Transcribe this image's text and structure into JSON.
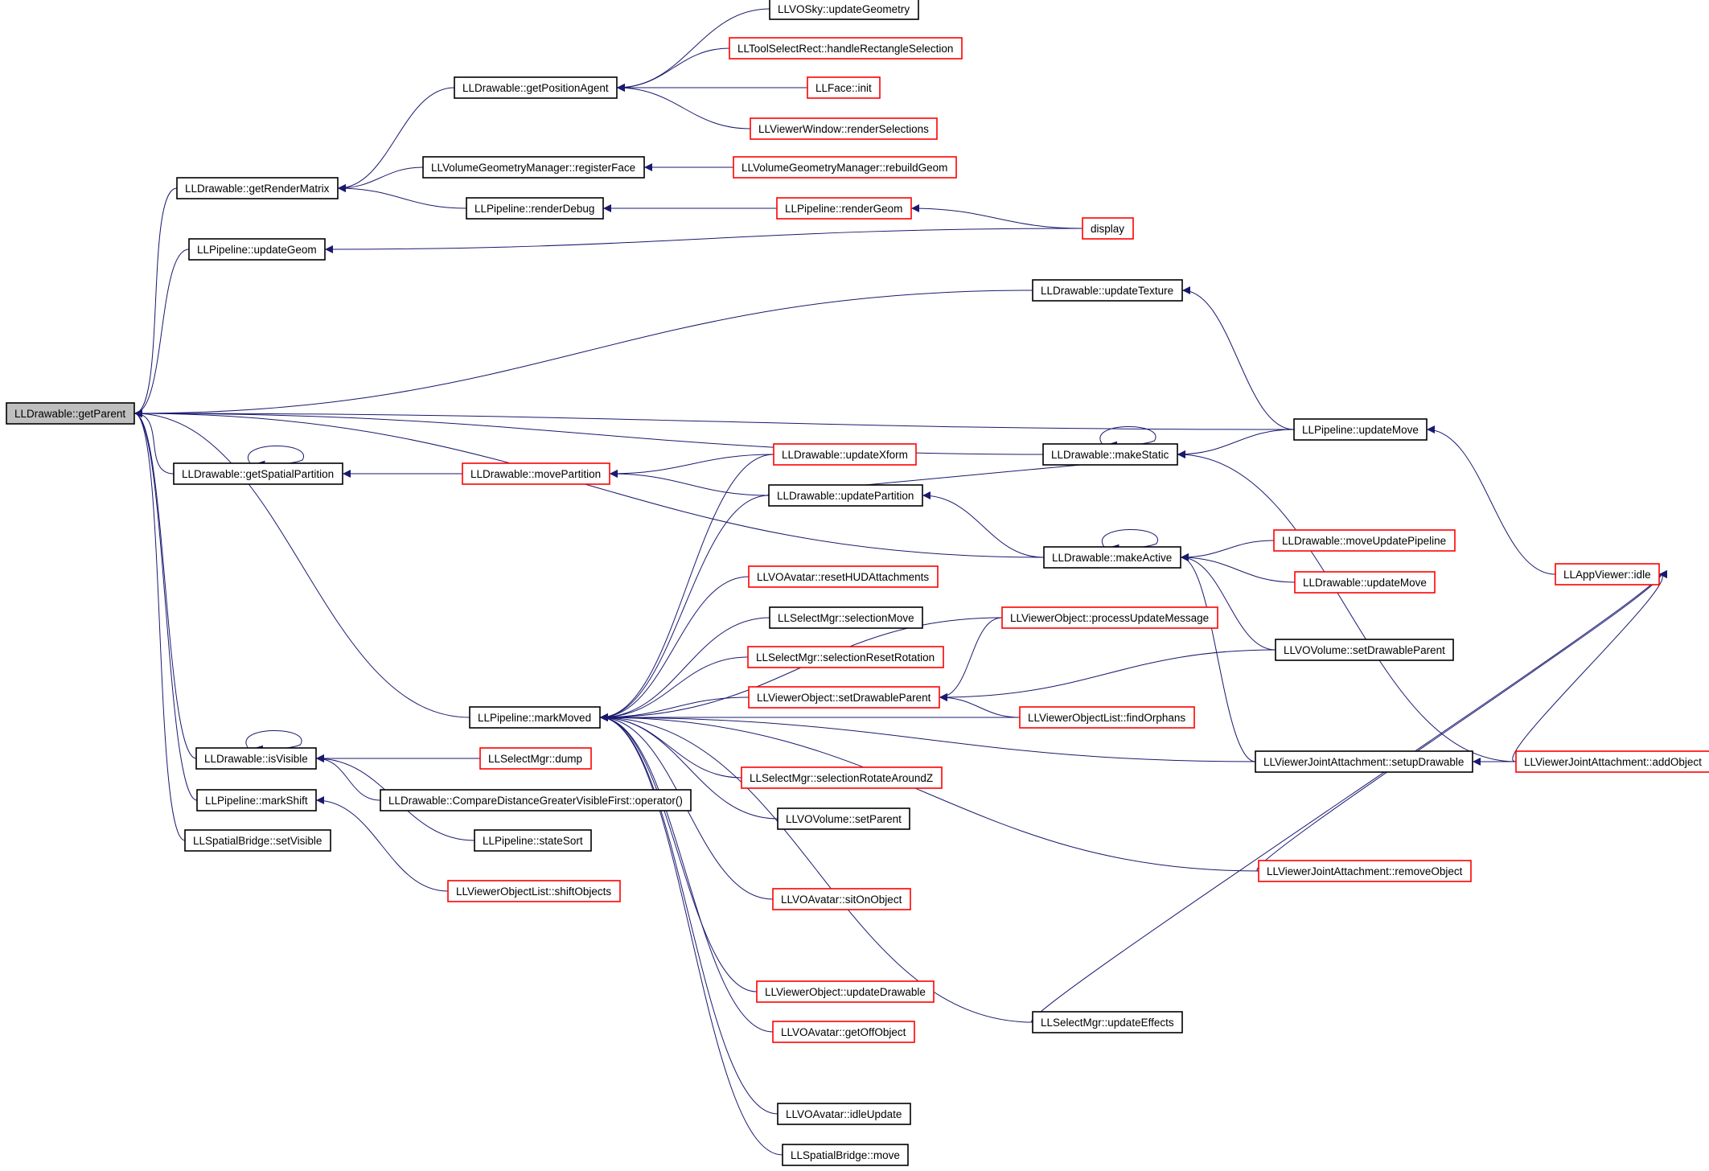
{
  "colors": {
    "edge": "#191970",
    "arrowhead": "#191970",
    "node_border_default": "#000000",
    "node_border_truncated": "#ff0000",
    "root_fill": "#bfbfbf",
    "node_fill": "#ffffff"
  },
  "nodes": [
    {
      "id": "n0",
      "label": "LLDrawable::getParent",
      "style": "root"
    },
    {
      "id": "n1",
      "label": "LLVOSky::updateGeometry",
      "style": "default"
    },
    {
      "id": "n2",
      "label": "LLToolSelectRect::handleRectangleSelection",
      "style": "truncated"
    },
    {
      "id": "n3",
      "label": "LLDrawable::getPositionAgent",
      "style": "default"
    },
    {
      "id": "n4",
      "label": "LLFace::init",
      "style": "truncated"
    },
    {
      "id": "n5",
      "label": "LLViewerWindow::renderSelections",
      "style": "truncated"
    },
    {
      "id": "n6",
      "label": "LLVolumeGeometryManager::registerFace",
      "style": "default"
    },
    {
      "id": "n7",
      "label": "LLVolumeGeometryManager::rebuildGeom",
      "style": "truncated"
    },
    {
      "id": "n8",
      "label": "LLDrawable::getRenderMatrix",
      "style": "default"
    },
    {
      "id": "n9",
      "label": "LLPipeline::renderDebug",
      "style": "default"
    },
    {
      "id": "n10",
      "label": "LLPipeline::renderGeom",
      "style": "truncated"
    },
    {
      "id": "n11",
      "label": "display",
      "style": "truncated"
    },
    {
      "id": "n12",
      "label": "LLPipeline::updateGeom",
      "style": "default"
    },
    {
      "id": "n13",
      "label": "LLDrawable::updateTexture",
      "style": "default"
    },
    {
      "id": "n14",
      "label": "LLPipeline::updateMove",
      "style": "default"
    },
    {
      "id": "n15",
      "label": "LLDrawable::updateXform",
      "style": "truncated"
    },
    {
      "id": "n16",
      "label": "LLDrawable::makeStatic",
      "style": "default"
    },
    {
      "id": "n17",
      "label": "LLDrawable::getSpatialPartition",
      "style": "default"
    },
    {
      "id": "n18",
      "label": "LLDrawable::movePartition",
      "style": "truncated"
    },
    {
      "id": "n19",
      "label": "LLDrawable::updatePartition",
      "style": "default"
    },
    {
      "id": "n20",
      "label": "LLDrawable::moveUpdatePipeline",
      "style": "truncated"
    },
    {
      "id": "n21",
      "label": "LLDrawable::makeActive",
      "style": "default"
    },
    {
      "id": "n22",
      "label": "LLVOAvatar::resetHUDAttachments",
      "style": "truncated"
    },
    {
      "id": "n23",
      "label": "LLDrawable::updateMove",
      "style": "truncated"
    },
    {
      "id": "n24",
      "label": "LLAppViewer::idle",
      "style": "truncated"
    },
    {
      "id": "n25",
      "label": "LLSelectMgr::selectionMove",
      "style": "default"
    },
    {
      "id": "n26",
      "label": "LLViewerObject::processUpdateMessage",
      "style": "truncated"
    },
    {
      "id": "n27",
      "label": "LLVOVolume::setDrawableParent",
      "style": "default"
    },
    {
      "id": "n28",
      "label": "LLSelectMgr::selectionResetRotation",
      "style": "truncated"
    },
    {
      "id": "n29",
      "label": "LLViewerObject::setDrawableParent",
      "style": "truncated"
    },
    {
      "id": "n30",
      "label": "LLPipeline::markMoved",
      "style": "default"
    },
    {
      "id": "n31",
      "label": "LLViewerObjectList::findOrphans",
      "style": "truncated"
    },
    {
      "id": "n32",
      "label": "LLDrawable::isVisible",
      "style": "default"
    },
    {
      "id": "n33",
      "label": "LLSelectMgr::dump",
      "style": "truncated"
    },
    {
      "id": "n34",
      "label": "LLSelectMgr::selectionRotateAroundZ",
      "style": "truncated"
    },
    {
      "id": "n35",
      "label": "LLViewerJointAttachment::setupDrawable",
      "style": "default"
    },
    {
      "id": "n36",
      "label": "LLViewerJointAttachment::addObject",
      "style": "truncated"
    },
    {
      "id": "n37",
      "label": "LLPipeline::markShift",
      "style": "default"
    },
    {
      "id": "n38",
      "label": "LLDrawable::CompareDistanceGreaterVisibleFirst::operator()",
      "style": "default"
    },
    {
      "id": "n39",
      "label": "LLVOVolume::setParent",
      "style": "default"
    },
    {
      "id": "n40",
      "label": "LLSpatialBridge::setVisible",
      "style": "default"
    },
    {
      "id": "n41",
      "label": "LLPipeline::stateSort",
      "style": "default"
    },
    {
      "id": "n42",
      "label": "LLViewerJointAttachment::removeObject",
      "style": "truncated"
    },
    {
      "id": "n43",
      "label": "LLViewerObjectList::shiftObjects",
      "style": "truncated"
    },
    {
      "id": "n44",
      "label": "LLVOAvatar::sitOnObject",
      "style": "truncated"
    },
    {
      "id": "n45",
      "label": "LLViewerObject::updateDrawable",
      "style": "truncated"
    },
    {
      "id": "n46",
      "label": "LLVOAvatar::getOffObject",
      "style": "truncated"
    },
    {
      "id": "n47",
      "label": "LLSelectMgr::updateEffects",
      "style": "default"
    },
    {
      "id": "n48",
      "label": "LLVOAvatar::idleUpdate",
      "style": "default"
    },
    {
      "id": "n49",
      "label": "LLSpatialBridge::move",
      "style": "default"
    }
  ],
  "edges": [
    [
      "n1",
      "n3"
    ],
    [
      "n2",
      "n3"
    ],
    [
      "n4",
      "n3"
    ],
    [
      "n5",
      "n3"
    ],
    [
      "n3",
      "n8"
    ],
    [
      "n6",
      "n8"
    ],
    [
      "n7",
      "n6"
    ],
    [
      "n9",
      "n8"
    ],
    [
      "n10",
      "n9"
    ],
    [
      "n11",
      "n10"
    ],
    [
      "n11",
      "n12"
    ],
    [
      "n8",
      "n0"
    ],
    [
      "n12",
      "n0"
    ],
    [
      "n13",
      "n0"
    ],
    [
      "n14",
      "n13"
    ],
    [
      "n14",
      "n0"
    ],
    [
      "n14",
      "n16"
    ],
    [
      "n16",
      "n0"
    ],
    [
      "n16",
      "n16"
    ],
    [
      "n19",
      "n16"
    ],
    [
      "n36",
      "n16"
    ],
    [
      "n17",
      "n0"
    ],
    [
      "n17",
      "n17"
    ],
    [
      "n18",
      "n17"
    ],
    [
      "n15",
      "n18"
    ],
    [
      "n19",
      "n18"
    ],
    [
      "n21",
      "n19"
    ],
    [
      "n21",
      "n0"
    ],
    [
      "n21",
      "n21"
    ],
    [
      "n20",
      "n21"
    ],
    [
      "n23",
      "n21"
    ],
    [
      "n27",
      "n21"
    ],
    [
      "n35",
      "n21"
    ],
    [
      "n24",
      "n14"
    ],
    [
      "n26",
      "n29"
    ],
    [
      "n27",
      "n29"
    ],
    [
      "n31",
      "n29"
    ],
    [
      "n36",
      "n35"
    ],
    [
      "n36",
      "n24"
    ],
    [
      "n42",
      "n24"
    ],
    [
      "n47",
      "n24"
    ],
    [
      "n30",
      "n0"
    ],
    [
      "n15",
      "n30"
    ],
    [
      "n19",
      "n30"
    ],
    [
      "n22",
      "n30"
    ],
    [
      "n25",
      "n30"
    ],
    [
      "n26",
      "n30"
    ],
    [
      "n28",
      "n30"
    ],
    [
      "n29",
      "n30"
    ],
    [
      "n31",
      "n30"
    ],
    [
      "n34",
      "n30"
    ],
    [
      "n39",
      "n30"
    ],
    [
      "n35",
      "n30"
    ],
    [
      "n44",
      "n30"
    ],
    [
      "n42",
      "n30"
    ],
    [
      "n45",
      "n30"
    ],
    [
      "n46",
      "n30"
    ],
    [
      "n47",
      "n30"
    ],
    [
      "n48",
      "n30"
    ],
    [
      "n49",
      "n30"
    ],
    [
      "n32",
      "n0"
    ],
    [
      "n32",
      "n32"
    ],
    [
      "n33",
      "n32"
    ],
    [
      "n38",
      "n32"
    ],
    [
      "n41",
      "n32"
    ],
    [
      "n37",
      "n0"
    ],
    [
      "n43",
      "n37"
    ],
    [
      "n40",
      "n0"
    ]
  ]
}
